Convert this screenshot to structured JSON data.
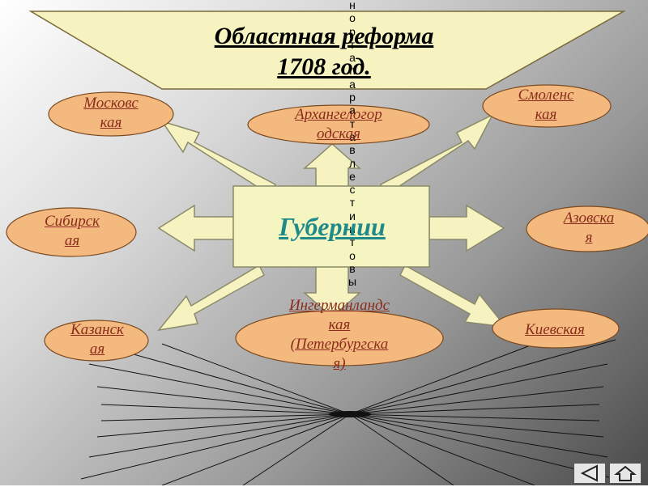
{
  "title": {
    "line1": "Областная реформа",
    "line2": "1708 год."
  },
  "center_label": "Губернии",
  "regions": {
    "moscow": {
      "line1": "Московс",
      "line2": "кая"
    },
    "arkhangelsk": {
      "line1": "Архангелогор",
      "line2": "одская"
    },
    "smolensk": {
      "line1": "Смоленс",
      "line2": "кая"
    },
    "siberia": {
      "line1": "Сибирск",
      "line2": "ая"
    },
    "azov": {
      "line1": "Азовска",
      "line2": "я"
    },
    "kazan": {
      "line1": "Казанск",
      "line2": "ая"
    },
    "ingermanland": {
      "line1": "Ингерманландс",
      "line2": "кая",
      "line3": "(Петербургска",
      "line4": "я)"
    },
    "kiev": {
      "line1": "Киевская"
    }
  },
  "vertical_text": [
    "н",
    "о",
    "р",
    "т",
    "а",
    "п",
    "а",
    "р",
    "а",
    "т",
    "а",
    "в",
    "л",
    "е",
    "с",
    "т",
    "и",
    "и",
    "т",
    "о",
    "в",
    "ы"
  ],
  "colors": {
    "title_fill": "#f7f3c0",
    "center_fill": "#f5f5c2",
    "oval_fill": "#f4b97f",
    "arrow_fill": "#f7f3c0",
    "center_text": "#1f8a8a",
    "region_text": "#8a2c1c"
  },
  "nav_icons": [
    "back-icon",
    "home-icon"
  ]
}
